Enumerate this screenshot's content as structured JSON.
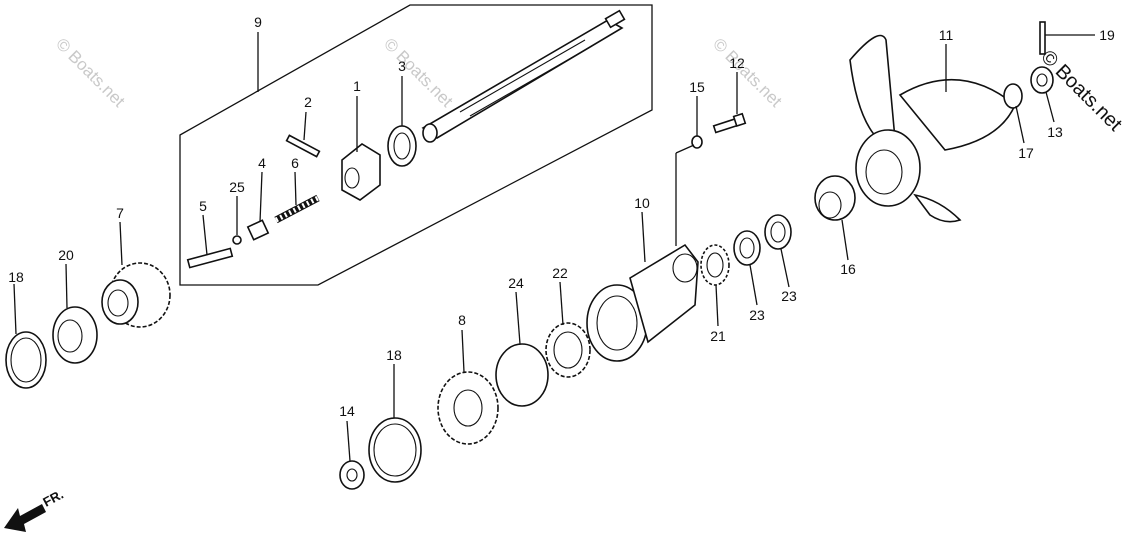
{
  "callouts": [
    {
      "id": "9",
      "text": "9"
    },
    {
      "id": "2",
      "text": "2"
    },
    {
      "id": "1",
      "text": "1"
    },
    {
      "id": "3",
      "text": "3"
    },
    {
      "id": "4",
      "text": "4"
    },
    {
      "id": "6",
      "text": "6"
    },
    {
      "id": "25",
      "text": "25"
    },
    {
      "id": "5",
      "text": "5"
    },
    {
      "id": "7",
      "text": "7"
    },
    {
      "id": "20",
      "text": "20"
    },
    {
      "id": "18a",
      "text": "18"
    },
    {
      "id": "15",
      "text": "15"
    },
    {
      "id": "12",
      "text": "12"
    },
    {
      "id": "10",
      "text": "10"
    },
    {
      "id": "11",
      "text": "11"
    },
    {
      "id": "19",
      "text": "19"
    },
    {
      "id": "17",
      "text": "17"
    },
    {
      "id": "13",
      "text": "13"
    },
    {
      "id": "16",
      "text": "16"
    },
    {
      "id": "24",
      "text": "24"
    },
    {
      "id": "22",
      "text": "22"
    },
    {
      "id": "21",
      "text": "21"
    },
    {
      "id": "23a",
      "text": "23"
    },
    {
      "id": "23b",
      "text": "23"
    },
    {
      "id": "8",
      "text": "8"
    },
    {
      "id": "18b",
      "text": "18"
    },
    {
      "id": "14",
      "text": "14"
    }
  ],
  "watermarks": {
    "light": "© Boats.net",
    "dark": "© Boats.net"
  },
  "direction_label": "FR."
}
